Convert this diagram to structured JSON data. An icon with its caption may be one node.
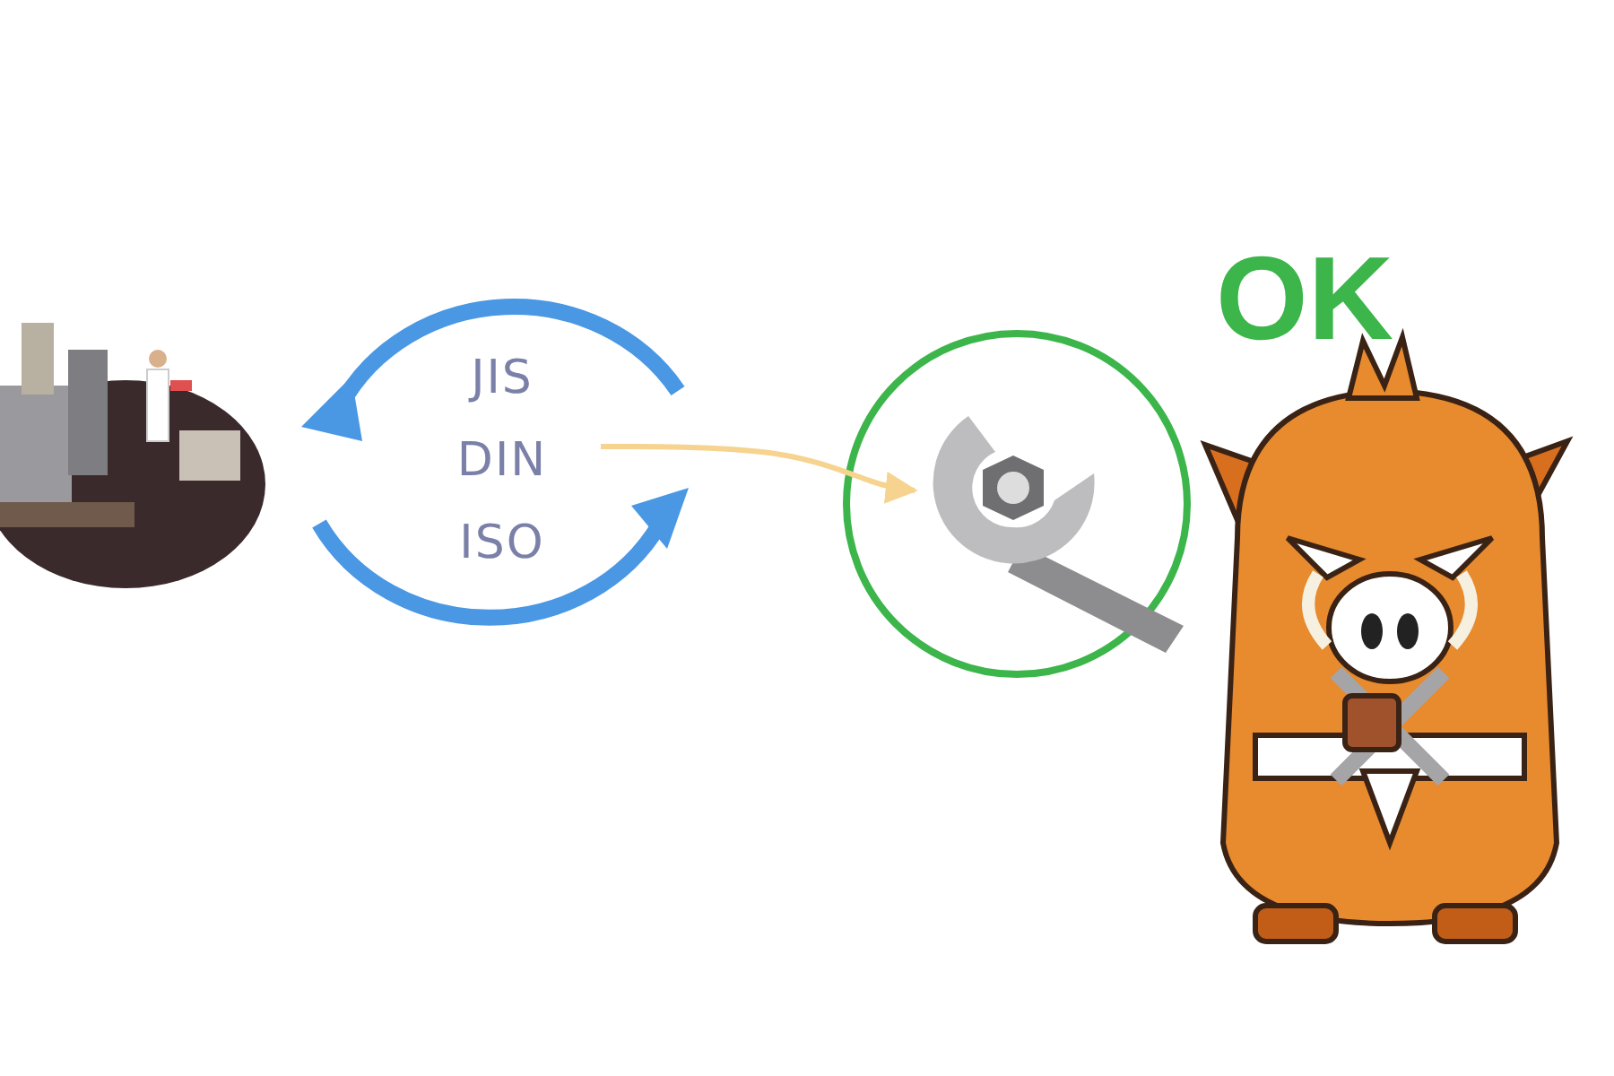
{
  "diagram": {
    "nodes": [
      {
        "text": [],
        "shape": "picture"
      },
      {
        "text": [
          "JIS",
          "DIN",
          "ISO"
        ]
      },
      {
        "text": [],
        "shape": "circle"
      },
      {
        "text": [],
        "shape": "picture",
        "in": 2
      }
    ],
    "edges": [
      {
        "from": 1,
        "to": 3,
        "arrow": "to"
      }
    ],
    "labels": [
      "OK"
    ]
  }
}
